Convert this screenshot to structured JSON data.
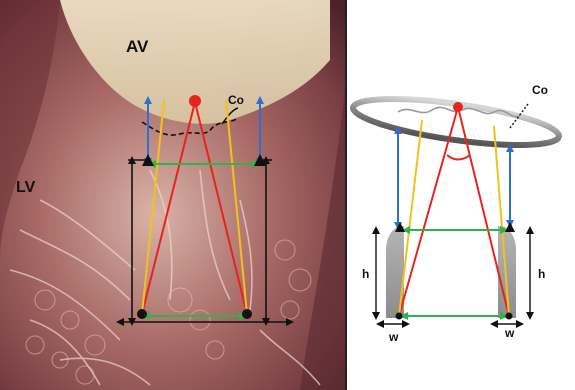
{
  "photo_panel": {
    "label_av": "AV",
    "label_lv": "LV",
    "label_co": "Co"
  },
  "schematic_panel": {
    "label_co": "Co",
    "label_h_left": "h",
    "label_h_right": "h",
    "label_w_left": "w",
    "label_w_right": "w"
  },
  "colors": {
    "red": "#e8231e",
    "yellow": "#f2c21b",
    "blue": "#2f6fd0",
    "green": "#2fb34a",
    "black": "#111111",
    "grey_muscle": "#9a9a9a"
  }
}
